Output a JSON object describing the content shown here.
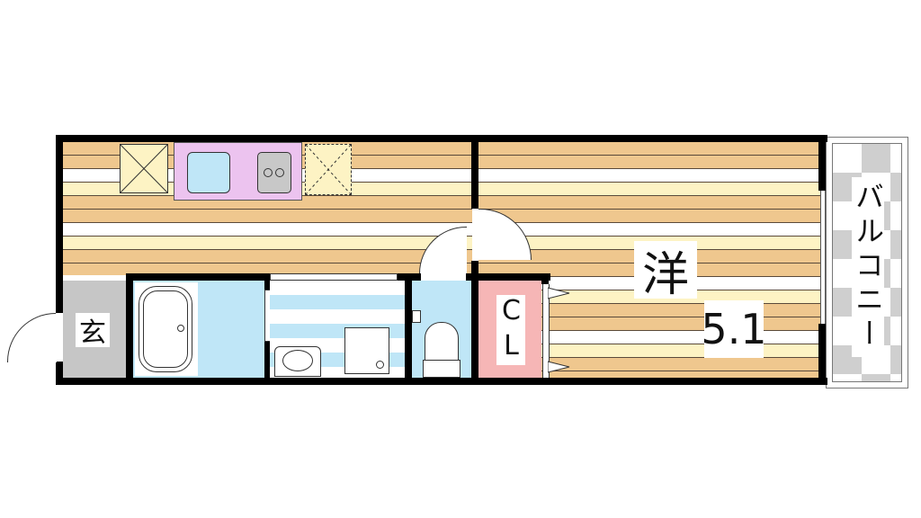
{
  "floor_plan": {
    "rooms": {
      "western_room": {
        "label": "洋",
        "size": "5.1"
      },
      "entrance": {
        "label": "玄"
      },
      "closet": {
        "label": "CL"
      },
      "balcony": {
        "label": "バルコニー"
      }
    },
    "fixtures": [
      "refrigerator-space",
      "kitchen-sink",
      "two-burner-stove",
      "washer-space",
      "bathtub",
      "washbasin",
      "washing-machine-pan",
      "toilet"
    ]
  },
  "colors": {
    "wall": "#000000",
    "floor_tan": "#efc78e",
    "floor_cream": "#fdf3c4",
    "kitchen": "#ecc3ef",
    "sink": "#bfe6f7",
    "stove": "#c8c8c8",
    "bath": "#bfe6f7",
    "closet": "#f6b6b6",
    "entrance": "#c6c6c6",
    "balcony_check": "#cfcfcf"
  }
}
